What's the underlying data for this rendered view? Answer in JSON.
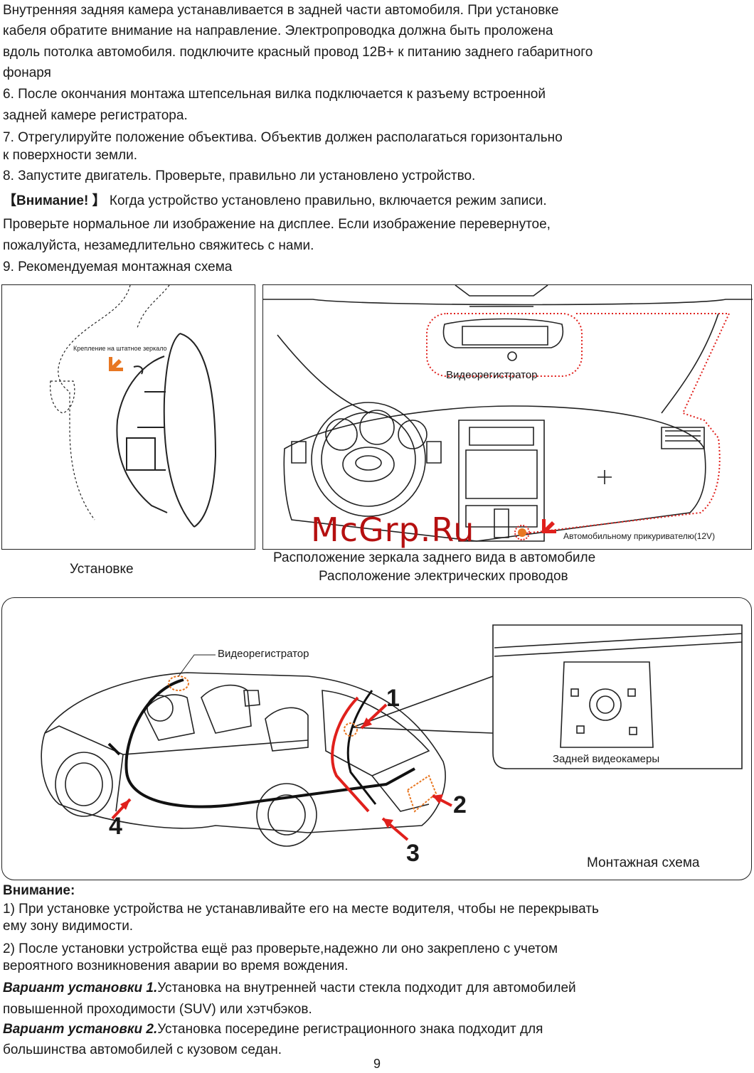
{
  "paragraphs": {
    "l1": "Внутренняя задняя камера устанавливается в задней части автомобиля. При установке",
    "l2": "кабеля обратите внимание на направление. Электропроводка должна быть проложена",
    "l3": "вдоль потолка автомобиля. подключите красный провод 12В+ к питанию заднего габаритного",
    "l4": "фонаря",
    "l5": "6. После окончания монтажа штепсельная вилка подключается к разъему встроенной",
    "l6": "задней камере регистратора.",
    "l7": "7. Отрегулируйте положение объектива. Объектив должен располагаться горизонтально",
    "l8": "к поверхности земли.",
    "l9": "8. Запустите двигатель. Проверьте, правильно ли установлено устройство.",
    "l10_bold": "【Внимание! 】",
    "l10": "Когда устройство установлено правильно, включается режим записи.",
    "l11": "Проверьте нормальное ли изображение на дисплее. Если изображение перевернутое,",
    "l12": "пожалуйста, незамедлительно свяжитесь с нами.",
    "l13": "9. Рекомендуемая монтажная схема"
  },
  "figure1": {
    "mount_label": "Крепление на штатное зеркало",
    "caption": "Установке"
  },
  "figure2": {
    "dvr_label": "Видеорегистратор",
    "lighter_label": "Автомобильному прикуривателю(12V)",
    "caption_line1": "Расположение зеркала заднего вида в автомобиле",
    "caption_line2": "Расположение электрических проводов"
  },
  "watermark": "McGrp.Ru",
  "figure3": {
    "dvr_label": "Видеорегистратор",
    "rear_camera_label": "Задней видеокамеры",
    "caption": "Монтажная схема",
    "callouts": [
      "1",
      "2",
      "3",
      "4"
    ]
  },
  "notes": {
    "heading": "Внимание:",
    "n1a": "1) При установке устройства не устанавливайте его на месте водителя, чтобы не перекрывать",
    "n1b": "ему зону видимости.",
    "n2a": "2) После установки устройства ещё раз проверьте,надежно ли оно закреплено с учетом",
    "n2b": "вероятного возникновения аварии во время вождения.",
    "v1_title": "Вариант установки 1.",
    "v1_text": "Установка на внутренней части стекла подходит для автомобилей",
    "v1_text2": "повышенной проходимости (SUV) или хэтчбэков.",
    "v2_title": "Вариант установки 2.",
    "v2_text": "Установка посередине регистрационного знака подходит для",
    "v2_text2": "большинства автомобилей с кузовом седан."
  },
  "page_number": "9",
  "colors": {
    "wire_red": "#e0201c",
    "marker_orange": "#e87722",
    "watermark": "#b51010"
  }
}
